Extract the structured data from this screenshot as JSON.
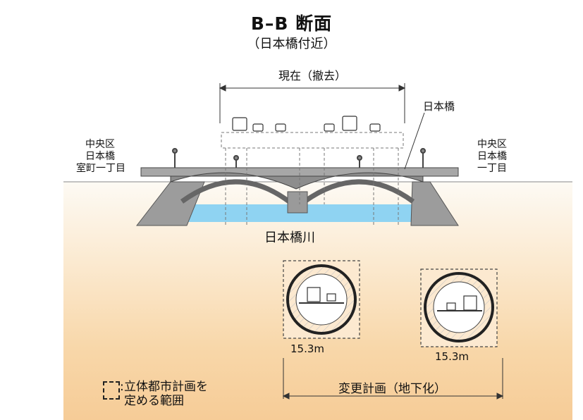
{
  "title": "B–B 断面",
  "subtitle": "（日本橋付近）",
  "current_label": "現在（撤去）",
  "bridge_label": "日本橋",
  "left_area": "中央区\n日本橋\n室町一丁目",
  "right_area": "中央区\n日本橋\n一丁目",
  "river_label": "日本橋川",
  "tunnel_width_left": "15.3m",
  "tunnel_width_right": "15.3m",
  "plan_label": "変更計画（地下化）",
  "legend_colon": ":",
  "legend_text": "立体都市計画を\n定める範囲",
  "colors": {
    "soil": "#f8d7a9",
    "water": "#8fd3f2",
    "stone": "#9c9c9c",
    "line": "#222222"
  }
}
